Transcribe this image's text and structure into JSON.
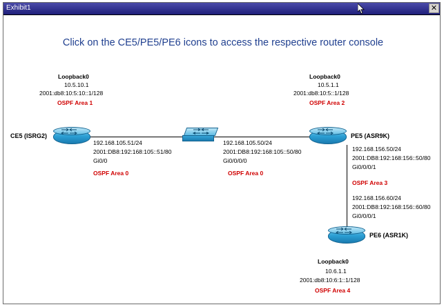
{
  "window": {
    "title": "Exhibit1",
    "close_label": "✕"
  },
  "diagram": {
    "heading": "Click on the CE5/PE5/PE6 icons to access the respective router console",
    "devices": [
      {
        "name": "ce5",
        "label": "CE5 (ISRG2)",
        "icon": "router-icon"
      },
      {
        "name": "switch",
        "label": "",
        "icon": "switch-icon"
      },
      {
        "name": "pe5",
        "label": "PE5 (ASR9K)",
        "icon": "router-icon"
      },
      {
        "name": "pe6",
        "label": "PE6 (ASR1K)",
        "icon": "router-icon"
      }
    ],
    "ce5_loopback": {
      "title": "Loopback0",
      "ipv4": "10.5.10.1",
      "ipv6": "2001:db8:10:5:10::1/128",
      "area": "OSPF Area 1"
    },
    "pe5_loopback": {
      "title": "Loopback0",
      "ipv4": "10.5.1.1",
      "ipv6": "2001:db8:10:5::1/128",
      "area": "OSPF Area 2"
    },
    "pe6_loopback": {
      "title": "Loopback0",
      "ipv4": "10.6.1.1",
      "ipv6": "2001:db8:10:6:1::1/128",
      "area": "OSPF Area 4"
    },
    "ce5_link": {
      "ipv4": "192.168.105.51/24",
      "ipv6": "2001:DB8:192:168:105::51/80",
      "interface": "Gi0/0",
      "area": "OSPF Area 0"
    },
    "pe5_link_left": {
      "ipv4": "192.168.105.50/24",
      "ipv6": "2001:DB8:192:168:105::50/80",
      "interface": "Gi0/0/0/0",
      "area": "OSPF Area 0"
    },
    "pe5_link_down": {
      "ipv4": "192.168.156.50/24",
      "ipv6": "2001:DB8:192:168:156::50/80",
      "interface": "Gi0/0/0/1",
      "area": "OSPF Area 3"
    },
    "pe6_link_up": {
      "ipv4": "192.168.156.60/24",
      "ipv6": "2001:DB8:192:168:156::60/80",
      "interface": "Gi0/0/0/1"
    }
  }
}
